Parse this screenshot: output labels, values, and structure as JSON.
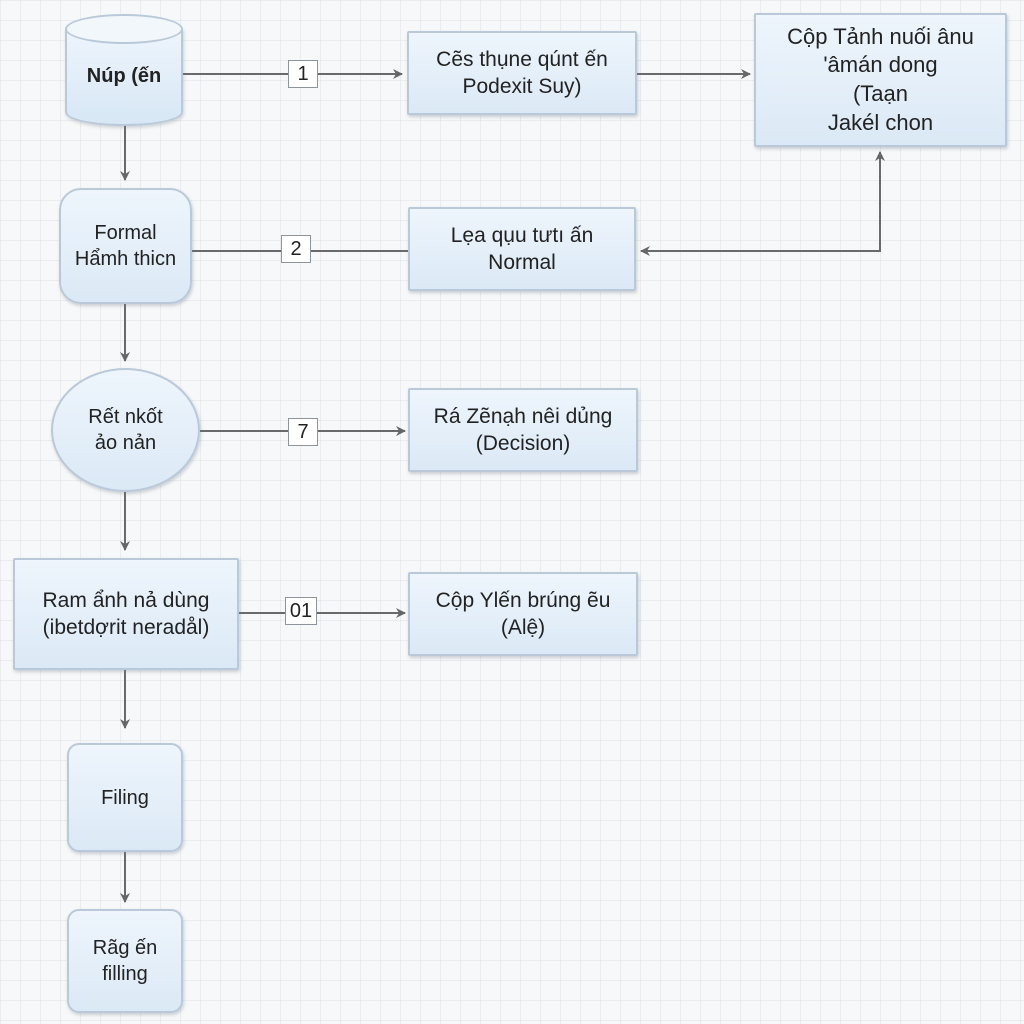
{
  "nodes": {
    "start": {
      "label": "Núp (ến"
    },
    "step_top": {
      "lines": [
        "Cẽs thụne qúnt ến",
        "Podexit  Suy)"
      ]
    },
    "result_top": {
      "lines": [
        "Cộp Tảnh nuối ânu",
        "'âmán dong",
        "(Taạn",
        "Jakél chon"
      ]
    },
    "formal": {
      "lines": [
        "Formal",
        "Hẩmh thicn"
      ]
    },
    "normal": {
      "lines": [
        "Lẹa qụu tưtı ấn",
        "Normal"
      ]
    },
    "ret": {
      "lines": [
        "Rết nkốt",
        "ảo nản"
      ]
    },
    "decision": {
      "lines": [
        "Rá Zẽnạh nêi dủng",
        "(Decision)"
      ]
    },
    "ram": {
      "lines": [
        "Ram ẩnh nả dùng",
        "(ibetdợrit neradål)"
      ]
    },
    "cop": {
      "lines": [
        "Cộp Ylến brúng ẽu",
        "(Alệ)"
      ]
    },
    "filling": {
      "label": "Filing"
    },
    "end": {
      "lines": [
        "Rãg ến",
        "filling"
      ]
    }
  },
  "badges": {
    "b1": "1",
    "b2": "2",
    "b3": "7",
    "b4": "01"
  }
}
